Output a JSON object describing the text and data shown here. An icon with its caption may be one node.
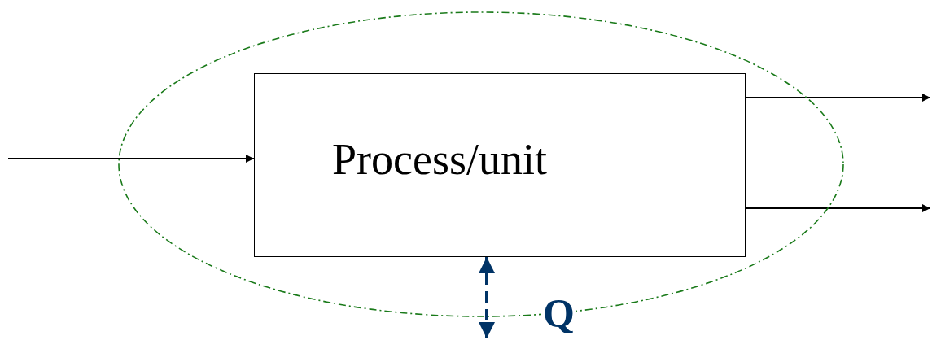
{
  "diagram": {
    "nodes": [
      {
        "text": [],
        "shape": "ellipse"
      },
      {
        "text": [
          "Process/unit"
        ],
        "in": 0
      }
    ],
    "edges": [
      {
        "from": null,
        "to": 1,
        "arrow": "to"
      },
      {
        "from": 1,
        "to": null,
        "arrow": "to"
      },
      {
        "from": 1,
        "to": null,
        "arrow": "to"
      },
      {
        "from": null,
        "to": 1,
        "arrow": "both",
        "style": "dashed",
        "color": "#003366",
        "label": "Q"
      }
    ]
  }
}
